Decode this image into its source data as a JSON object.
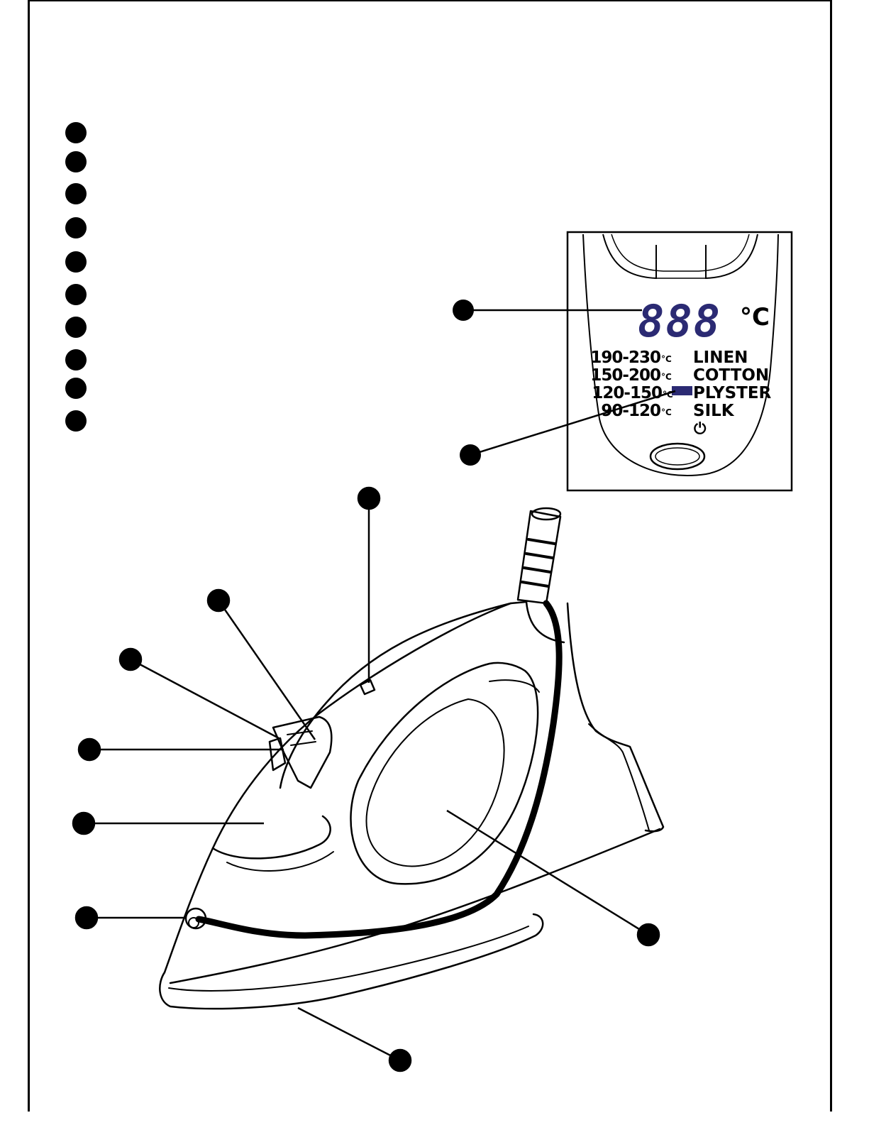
{
  "display_panel": {
    "digits": "888",
    "unit": "°C",
    "ranges": [
      {
        "temp": "190-230",
        "unit": "°C",
        "fabric": "LINEN"
      },
      {
        "temp": "150-200",
        "unit": "°C",
        "fabric": "COTTON"
      },
      {
        "temp": "120-150",
        "unit": "°C",
        "fabric": "PLYSTER"
      },
      {
        "temp": "90-120",
        "unit": "°C",
        "fabric": "SILK"
      }
    ],
    "power_symbol": "⏻",
    "lcd_color": "#2b2a73",
    "selected_range_index": 2
  },
  "legend_marker_count": 10,
  "colors": {
    "ink": "#000000",
    "background": "#ffffff",
    "lcd": "#2b2a73"
  }
}
